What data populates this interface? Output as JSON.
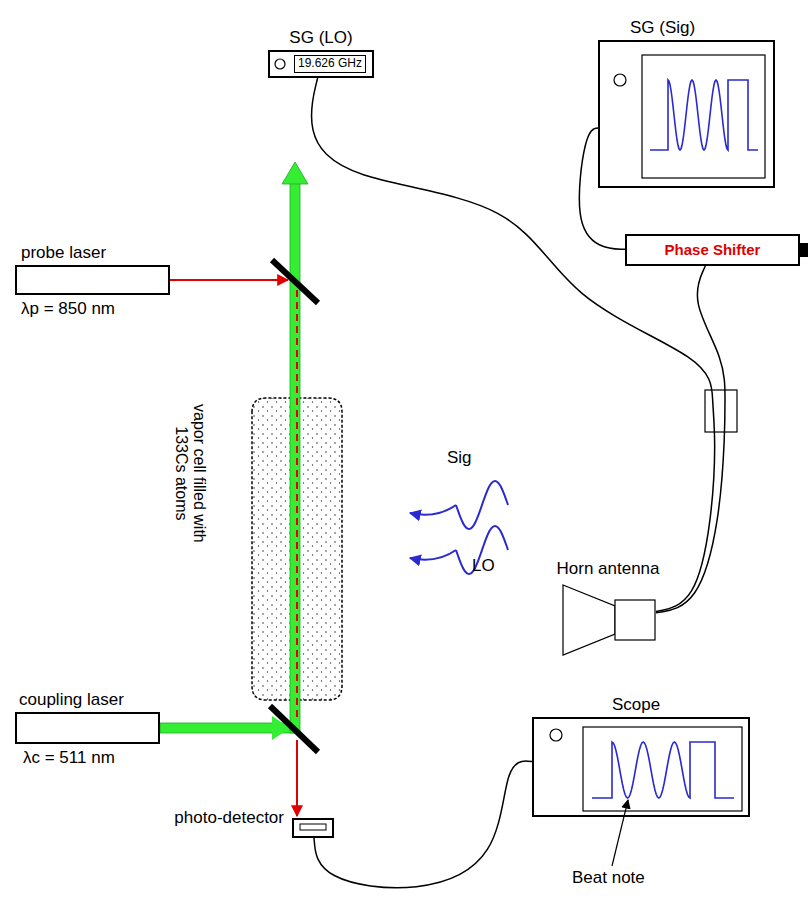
{
  "diagram": {
    "nodes": [
      {
        "text": [
          "SG (LO)",
          "19.626 GHz"
        ]
      },
      {
        "text": [
          "SG (Sig)"
        ]
      },
      {
        "text": [
          "probe laser",
          "λp = 850 nm"
        ]
      },
      {
        "text": [
          "Phase Shifter"
        ]
      },
      {
        "text": [
          "vapor cell filled with 133Cs atoms"
        ]
      },
      {
        "text": [
          "Horn antenna"
        ]
      },
      {
        "text": [
          "coupling laser",
          "λc = 511 nm"
        ]
      },
      {
        "text": [
          "Scope"
        ]
      },
      {
        "text": [
          "photo-detector"
        ]
      }
    ],
    "edges": [
      {
        "from": 0,
        "to": 5,
        "arrow": "none"
      },
      {
        "from": 1,
        "to": 3,
        "arrow": "none"
      },
      {
        "from": 3,
        "to": 5,
        "arrow": "none"
      },
      {
        "from": 8,
        "to": 7,
        "arrow": "none"
      }
    ],
    "labels": [
      "Sig",
      "LO",
      "Beat note"
    ]
  }
}
